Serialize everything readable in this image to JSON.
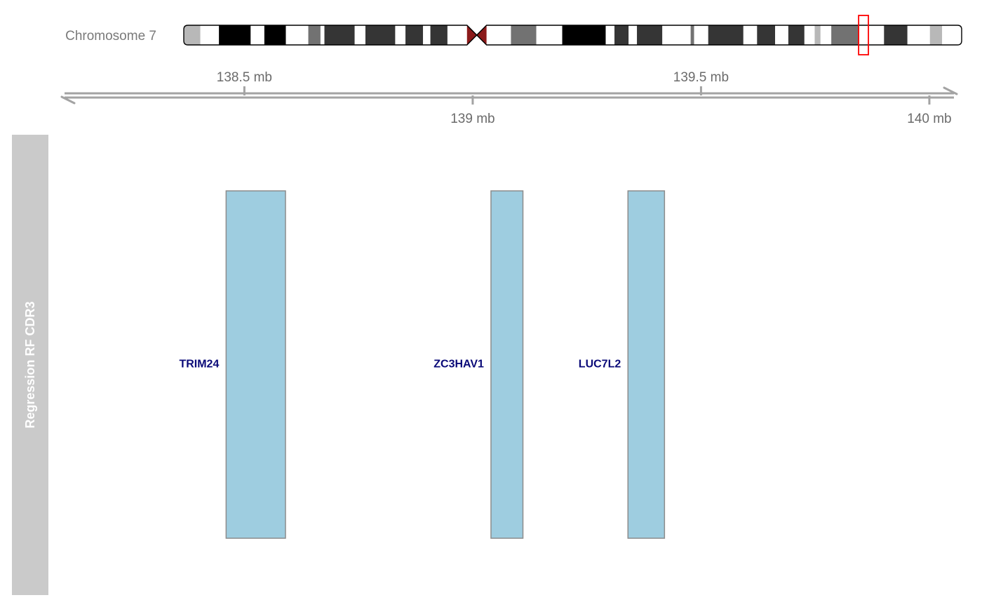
{
  "chart_data": {
    "type": "gene-track",
    "ideogram": {
      "label": "Chromosome 7",
      "chrom_length_mb": 159.3,
      "centromere_mb": 60.0,
      "bands": [
        {
          "start": 0.0,
          "end": 3.4,
          "stain": "gpos25"
        },
        {
          "start": 3.4,
          "end": 7.2,
          "stain": "gneg"
        },
        {
          "start": 7.2,
          "end": 13.7,
          "stain": "gpos100"
        },
        {
          "start": 13.7,
          "end": 16.5,
          "stain": "gneg"
        },
        {
          "start": 16.5,
          "end": 20.9,
          "stain": "gpos100"
        },
        {
          "start": 20.9,
          "end": 25.5,
          "stain": "gneg"
        },
        {
          "start": 25.5,
          "end": 28.0,
          "stain": "gpos50"
        },
        {
          "start": 28.0,
          "end": 28.8,
          "stain": "gneg"
        },
        {
          "start": 28.8,
          "end": 35.0,
          "stain": "gpos75"
        },
        {
          "start": 35.0,
          "end": 37.2,
          "stain": "gneg"
        },
        {
          "start": 37.2,
          "end": 43.3,
          "stain": "gpos75"
        },
        {
          "start": 43.3,
          "end": 45.4,
          "stain": "gneg"
        },
        {
          "start": 45.4,
          "end": 49.0,
          "stain": "gpos75"
        },
        {
          "start": 49.0,
          "end": 50.5,
          "stain": "gneg"
        },
        {
          "start": 50.5,
          "end": 54.0,
          "stain": "gpos75"
        },
        {
          "start": 54.0,
          "end": 58.0,
          "stain": "gneg"
        },
        {
          "start": 61.7,
          "end": 67.0,
          "stain": "gneg"
        },
        {
          "start": 67.0,
          "end": 72.2,
          "stain": "gpos50"
        },
        {
          "start": 72.2,
          "end": 77.5,
          "stain": "gneg"
        },
        {
          "start": 77.5,
          "end": 86.4,
          "stain": "gpos100"
        },
        {
          "start": 86.4,
          "end": 88.2,
          "stain": "gneg"
        },
        {
          "start": 88.2,
          "end": 91.1,
          "stain": "gpos75"
        },
        {
          "start": 91.1,
          "end": 92.8,
          "stain": "gneg"
        },
        {
          "start": 92.8,
          "end": 98.0,
          "stain": "gpos75"
        },
        {
          "start": 98.0,
          "end": 103.8,
          "stain": "gneg"
        },
        {
          "start": 103.8,
          "end": 104.5,
          "stain": "gpos50"
        },
        {
          "start": 104.5,
          "end": 107.4,
          "stain": "gneg"
        },
        {
          "start": 107.4,
          "end": 114.6,
          "stain": "gpos75"
        },
        {
          "start": 114.6,
          "end": 117.4,
          "stain": "gneg"
        },
        {
          "start": 117.4,
          "end": 121.1,
          "stain": "gpos75"
        },
        {
          "start": 121.1,
          "end": 123.8,
          "stain": "gneg"
        },
        {
          "start": 123.8,
          "end": 127.1,
          "stain": "gpos75"
        },
        {
          "start": 127.1,
          "end": 129.2,
          "stain": "gneg"
        },
        {
          "start": 129.2,
          "end": 130.4,
          "stain": "gpos25"
        },
        {
          "start": 130.4,
          "end": 132.6,
          "stain": "gneg"
        },
        {
          "start": 132.6,
          "end": 138.2,
          "stain": "gpos50"
        },
        {
          "start": 138.2,
          "end": 143.4,
          "stain": "gneg"
        },
        {
          "start": 143.4,
          "end": 148.2,
          "stain": "gpos75"
        },
        {
          "start": 148.2,
          "end": 152.8,
          "stain": "gneg"
        },
        {
          "start": 152.8,
          "end": 155.3,
          "stain": "gpos25"
        },
        {
          "start": 155.3,
          "end": 159.3,
          "stain": "gneg"
        }
      ],
      "highlight": {
        "start_mb": 138.2,
        "end_mb": 140.2,
        "color": "#ff0000"
      }
    },
    "axis": {
      "xlim_mb": [
        138.1,
        140.06
      ],
      "ticks": [
        {
          "value": 138.5,
          "label": "138.5 mb",
          "side": "above"
        },
        {
          "value": 139.0,
          "label": "139 mb",
          "side": "below"
        },
        {
          "value": 139.5,
          "label": "139.5 mb",
          "side": "above"
        },
        {
          "value": 140.0,
          "label": "140 mb",
          "side": "below"
        }
      ]
    },
    "track": {
      "title": "Regression RF CDR3",
      "genes": [
        {
          "name": "TRIM24",
          "start_mb": 138.46,
          "end_mb": 138.59
        },
        {
          "name": "ZC3HAV1",
          "start_mb": 139.04,
          "end_mb": 139.11
        },
        {
          "name": "LUC7L2",
          "start_mb": 139.34,
          "end_mb": 139.42
        }
      ]
    },
    "colors": {
      "gene_fill": "#9ecde0",
      "gene_stroke": "#8c8c8c",
      "gene_label": "#0a0a78",
      "axis": "#a3a3a3",
      "track_title_bg": "#cacaca",
      "centromere": "#8b1a1a"
    }
  }
}
